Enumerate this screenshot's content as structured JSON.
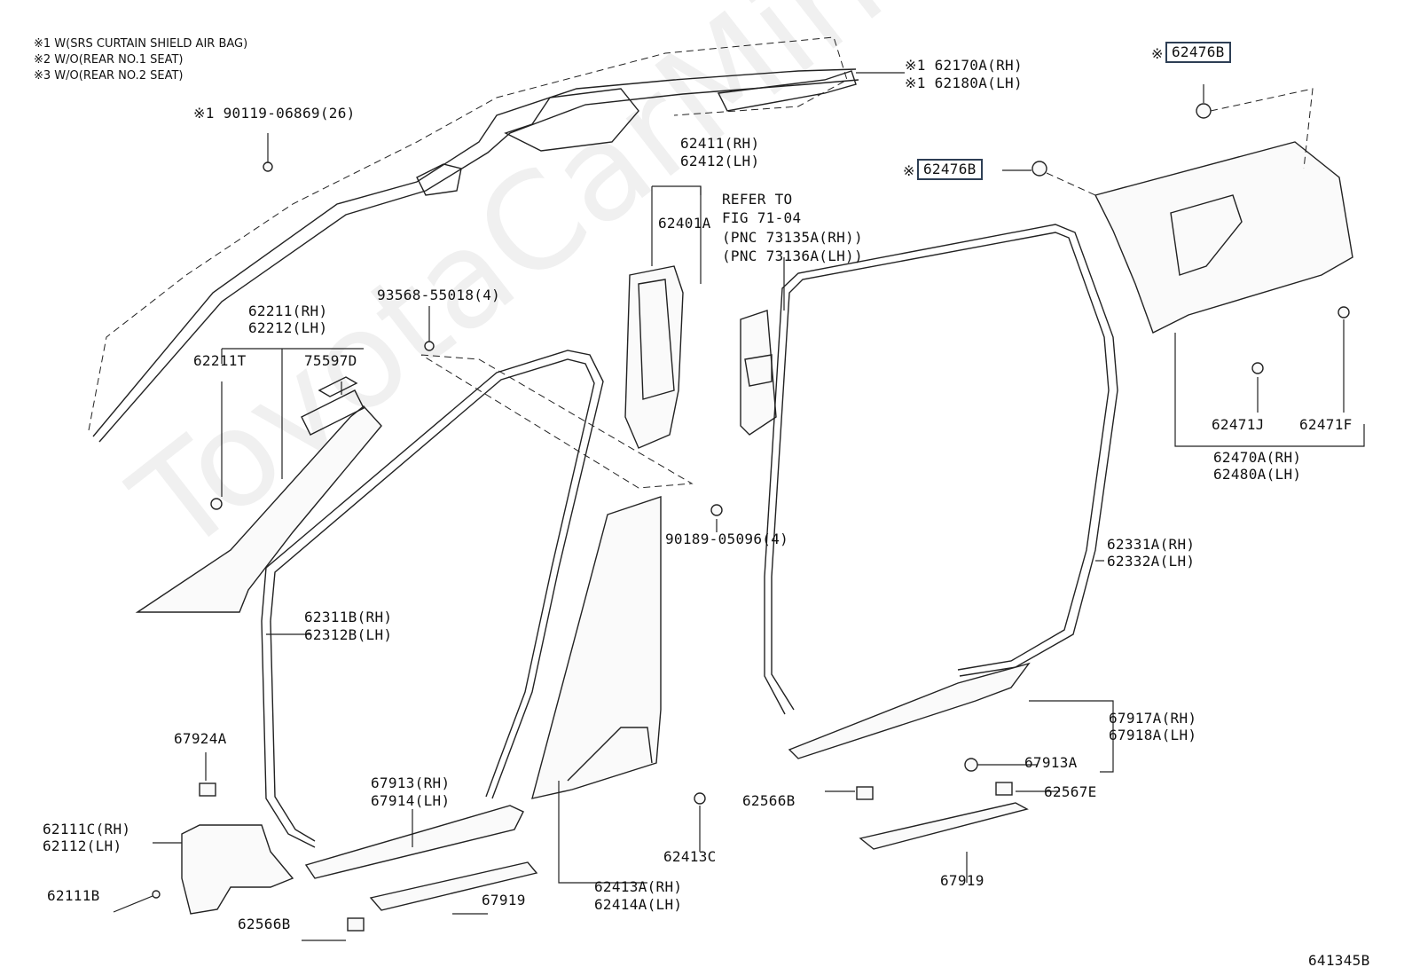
{
  "notes": [
    "※1 W(SRS CURTAIN SHIELD AIR BAG)",
    "※2 W/O(REAR NO.1 SEAT)",
    "※3 W/O(REAR NO.2 SEAT)"
  ],
  "labels": {
    "p90119": "※1 90119-06869(26)",
    "p62170a": "※1 62170A(RH)",
    "p62180a": "※1 62180A(LH)",
    "p62411": "62411(RH)",
    "p62412": "62412(LH)",
    "p62401a": "62401A",
    "refer1": "REFER TO",
    "refer2": "FIG 71-04",
    "refer3": "(PNC 73135A(RH))",
    "refer4": "(PNC 73136A(LH))",
    "p62476b_mark1": "※",
    "p62476b_1": "62476B",
    "p62476b_mark2": "※",
    "p62476b_2": "62476B",
    "p93568": "93568-55018(4)",
    "p62211": "62211(RH)",
    "p62212": "62212(LH)",
    "p62211t": "62211T",
    "p75597d": "75597D",
    "p90189": "90189-05096(4)",
    "p62471j": "62471J",
    "p62471f": "62471F",
    "p62470a": "62470A(RH)",
    "p62480a": "62480A(LH)",
    "p62331a": "62331A(RH)",
    "p62332a": "62332A(LH)",
    "p62311b": "62311B(RH)",
    "p62312b": "62312B(LH)",
    "p67924a": "67924A",
    "p67917a": "67917A(RH)",
    "p67918a": "67918A(LH)",
    "p67913a": "67913A",
    "p67913": "67913(RH)",
    "p67914": "67914(LH)",
    "p62111c": "62111C(RH)",
    "p62112": "62112(LH)",
    "p62111b": "62111B",
    "p62566b_1": "62566B",
    "p62567e": "62567E",
    "p62413c": "62413C",
    "p67919_1": "67919",
    "p67919_2": "67919",
    "p62413a": "62413A(RH)",
    "p62414a": "62414A(LH)",
    "p62566b_2": "62566B",
    "fig_code": "641345B"
  },
  "watermark": "ToyotaCarMine.ru"
}
